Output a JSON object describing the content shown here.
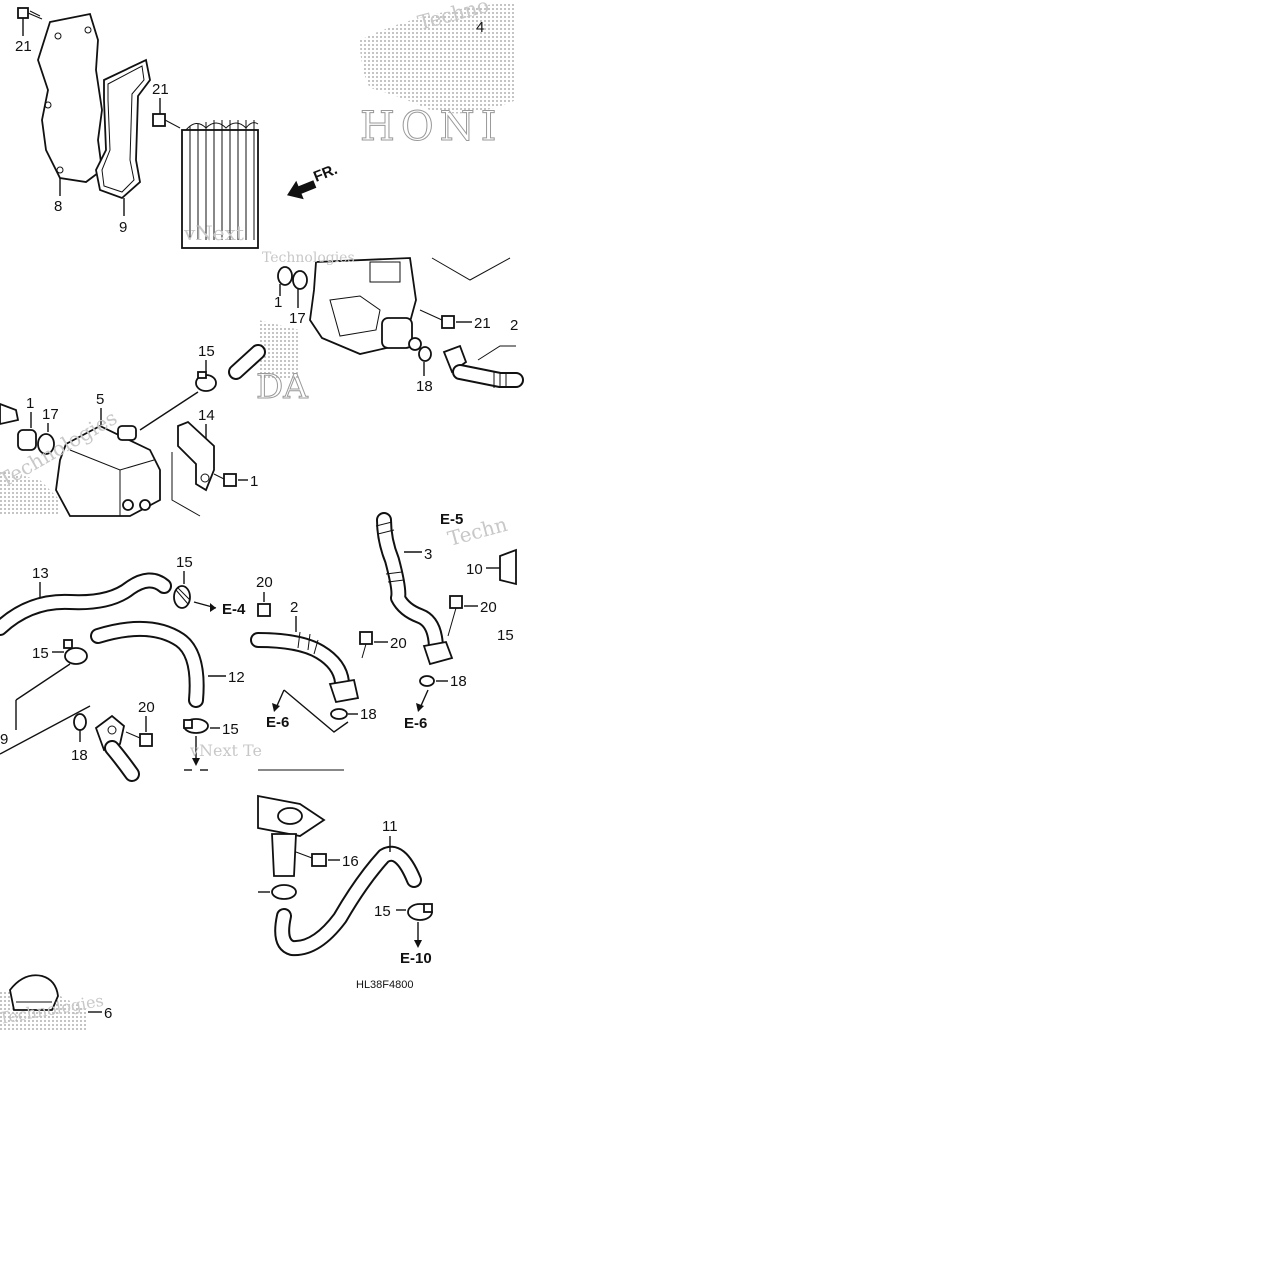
{
  "diagram": {
    "code": "HL38F4800",
    "front_marker": "FR.",
    "watermark_texts": [
      "Techno",
      "Techn",
      "vNext",
      "Technologies",
      "vNext Te",
      "Technologies"
    ],
    "brand_letters_top": "HONI",
    "brand_letters_mid": "DA",
    "callouts": {
      "c21a": "21",
      "c8": "8",
      "c9a": "9",
      "c21b": "21",
      "c4": "4",
      "c1a": "1",
      "c17a": "17",
      "c21c": "21",
      "c2top": "2",
      "c18a": "18",
      "c15a": "15",
      "c1b": "1",
      "c17b": "17",
      "c5": "5",
      "c14": "14",
      "c1c": "1",
      "c13": "13",
      "c15b": "15",
      "c15c": "15",
      "c9b": "9",
      "c12": "12",
      "c20a": "20",
      "c18b": "18",
      "c15d": "15",
      "c20b": "20",
      "c2": "2",
      "c20c": "20",
      "c18c": "18",
      "c3": "3",
      "c10": "10",
      "c20d": "20",
      "c15e": "15",
      "c18d": "18",
      "c11": "11",
      "c16": "16",
      "c15f": "15",
      "c6": "6"
    },
    "refs": {
      "e4": "E-4",
      "e5": "E-5",
      "e6a": "E-6",
      "e6b": "E-6",
      "e10": "E-10"
    }
  }
}
